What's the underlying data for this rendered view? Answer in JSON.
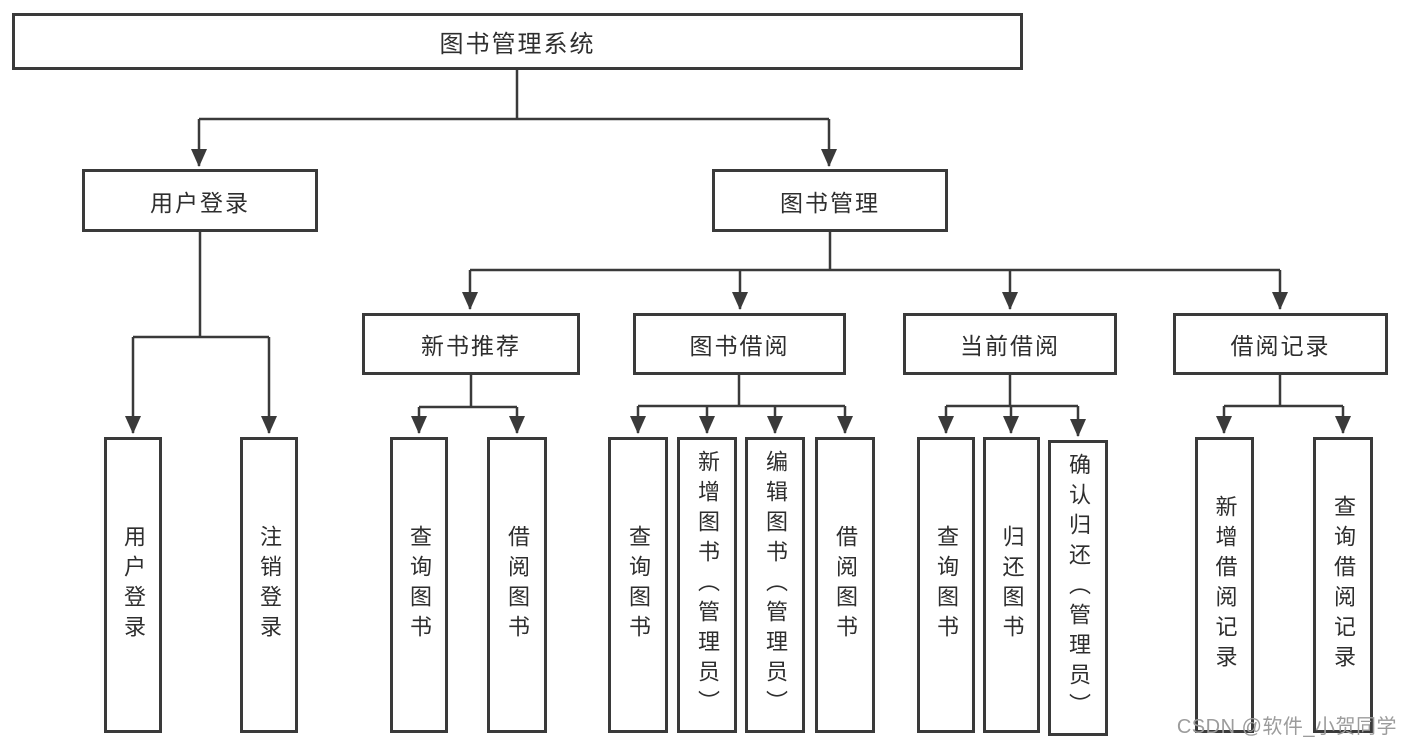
{
  "watermark": "CSDN @软件_小贺同学",
  "colors": {
    "line": "#3a3a3a",
    "text": "#2e2e2e",
    "watermark": "#9c9c9c",
    "background": "#ffffff"
  },
  "tree": {
    "root": {
      "label": "图书管理系统"
    },
    "branches": [
      {
        "label": "用户登录",
        "children": [
          {
            "label": "用户登录"
          },
          {
            "label": "注销登录"
          }
        ]
      },
      {
        "label": "图书管理",
        "children": [
          {
            "label": "新书推荐",
            "children": [
              {
                "label": "查询图书"
              },
              {
                "label": "借阅图书"
              }
            ]
          },
          {
            "label": "图书借阅",
            "children": [
              {
                "label": "查询图书"
              },
              {
                "label": "新增图书（管理员）"
              },
              {
                "label": "编辑图书（管理员）"
              },
              {
                "label": "借阅图书"
              }
            ]
          },
          {
            "label": "当前借阅",
            "children": [
              {
                "label": "查询图书"
              },
              {
                "label": "归还图书"
              },
              {
                "label": "确认归还（管理员）"
              }
            ]
          },
          {
            "label": "借阅记录",
            "children": [
              {
                "label": "新增借阅记录"
              },
              {
                "label": "查询借阅记录"
              }
            ]
          }
        ]
      }
    ]
  }
}
